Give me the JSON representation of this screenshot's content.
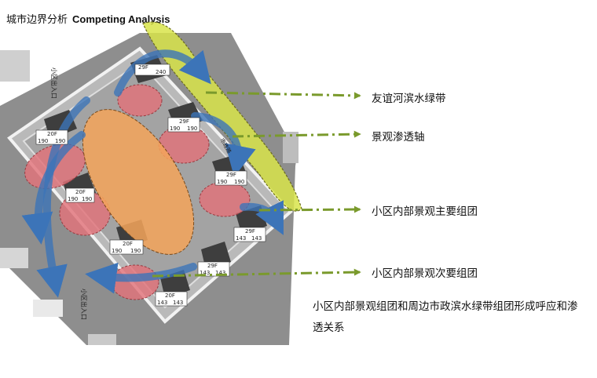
{
  "title": {
    "cn": "城市边界分析",
    "en": "Competing Analysis"
  },
  "legend": [
    {
      "label": "友谊河滨水绿带",
      "color": "#7a9a2c"
    },
    {
      "label": "景观渗透轴",
      "color": "#7a9a2c"
    },
    {
      "label": "小区内部景观主要组团",
      "color": "#7a9a2c"
    },
    {
      "label": "小区内部景观次要组团",
      "color": "#7a9a2c"
    }
  ],
  "note": "小区内部景观组团和周边市政滨水绿带组团形成呼应和渗透关系",
  "site_labels": {
    "entrance_top": "小区出入口",
    "entrance_bottom": "小区出入口",
    "road": "市政路"
  },
  "buildings": [
    {
      "floors": "20F",
      "left": "190",
      "right": "190"
    },
    {
      "floors": "20F",
      "left": "190",
      "right": "190"
    },
    {
      "floors": "29F",
      "left": "240",
      "right": ""
    },
    {
      "floors": "29F",
      "left": "190",
      "right": "190"
    },
    {
      "floors": "29F",
      "left": "190",
      "right": "190"
    },
    {
      "floors": "20F",
      "left": "190",
      "right": "190"
    },
    {
      "floors": "29F",
      "left": "143",
      "right": "143"
    },
    {
      "floors": "29F",
      "left": "143",
      "right": "143"
    },
    {
      "floors": "20F",
      "left": "143",
      "right": "143"
    }
  ],
  "colors": {
    "green_zone": "#d8e44a",
    "main_cluster": "#f4a45a",
    "secondary_cluster": "#e2737a",
    "flow_arrow": "#3c74b8",
    "legend_arrow": "#7a9a2c"
  }
}
